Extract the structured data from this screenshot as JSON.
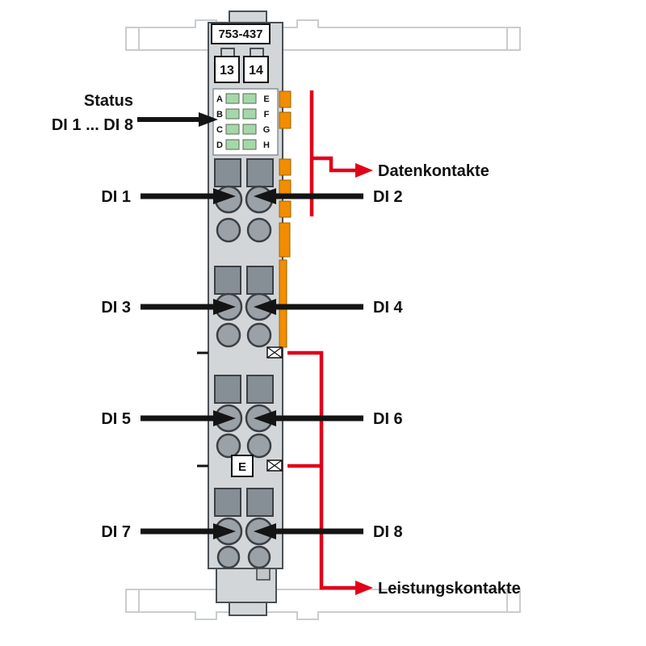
{
  "module": {
    "part_number": "753-437",
    "terminals": [
      "13",
      "14"
    ],
    "led_letters_left": [
      "A",
      "B",
      "C",
      "D"
    ],
    "led_letters_right": [
      "E",
      "F",
      "G",
      "H"
    ],
    "marking_e": "E"
  },
  "annotations": {
    "status_title": "Status",
    "status_range": "DI 1 ... DI 8",
    "channels_left": [
      "DI 1",
      "DI 3",
      "DI 5",
      "DI 7"
    ],
    "channels_right": [
      "DI 2",
      "DI 4",
      "DI 6",
      "DI 8"
    ],
    "data_contacts": "Datenkontakte",
    "power_contacts": "Leistungskontakte"
  },
  "colors": {
    "module_body": "#d2d6d9",
    "connector_gray": "#878f96",
    "clamp_gray": "#9aa2a8",
    "contact_orange": "#f28c00",
    "led_green": "#a6d7a8",
    "accent_red": "#e2001a",
    "arrow_black": "#141414",
    "rail_outline": "#c9cdd0"
  }
}
